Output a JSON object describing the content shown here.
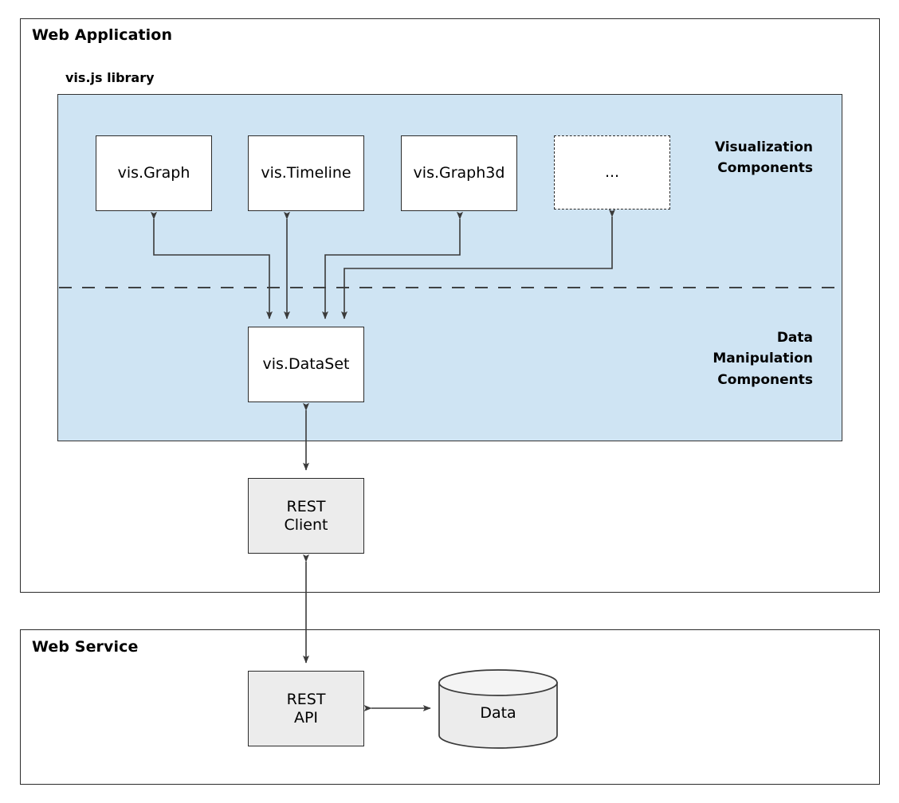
{
  "diagram": {
    "type": "architecture-block-diagram",
    "background": "#ffffff",
    "colors": {
      "library_panel_fill": "#cfe4f3",
      "node_fill": "#ffffff",
      "gray_node_fill": "#ececec",
      "stroke": "#2b2b2b",
      "text": "#000000"
    }
  },
  "web_application": {
    "title": "Web Application",
    "library": {
      "title": "vis.js library",
      "visualization_layer_label": "Visualization\nComponents",
      "data_layer_label": "Data\nManipulation\nComponents",
      "visualization_components": [
        {
          "label": "vis.Graph",
          "style": "solid"
        },
        {
          "label": "vis.Timeline",
          "style": "solid"
        },
        {
          "label": "vis.Graph3d",
          "style": "solid"
        },
        {
          "label": "...",
          "style": "dashed"
        }
      ],
      "data_components": [
        {
          "label": "vis.DataSet",
          "style": "solid"
        }
      ]
    },
    "rest_client": {
      "label": "REST\nClient",
      "line1": "REST",
      "line2": "Client"
    }
  },
  "web_service": {
    "title": "Web Service",
    "rest_api": {
      "label": "REST\nAPI",
      "line1": "REST",
      "line2": "API"
    },
    "database": {
      "label": "Data",
      "shape": "cylinder"
    }
  },
  "connections": [
    {
      "from": "vis.DataSet",
      "to": "vis.Graph",
      "direction": "bidirectional"
    },
    {
      "from": "vis.DataSet",
      "to": "vis.Timeline",
      "direction": "bidirectional"
    },
    {
      "from": "vis.DataSet",
      "to": "vis.Graph3d",
      "direction": "bidirectional"
    },
    {
      "from": "vis.DataSet",
      "to": "...",
      "direction": "bidirectional"
    },
    {
      "from": "vis.DataSet",
      "to": "REST Client",
      "direction": "bidirectional"
    },
    {
      "from": "REST Client",
      "to": "REST API",
      "direction": "bidirectional"
    },
    {
      "from": "REST API",
      "to": "Data",
      "direction": "bidirectional"
    }
  ]
}
